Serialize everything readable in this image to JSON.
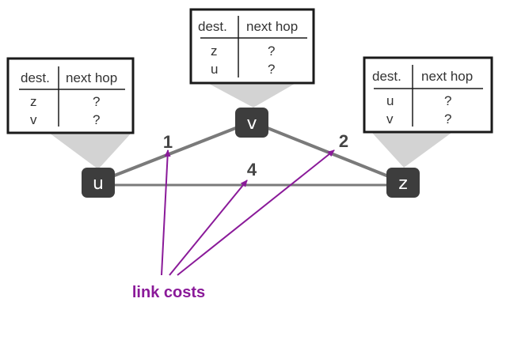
{
  "colors": {
    "node_fill": "#3d3d3d",
    "link": "#7a7a7a",
    "callout": "#d3d3d3",
    "annotation": "#8a1a99"
  },
  "nodes": {
    "u": "u",
    "v": "v",
    "z": "z"
  },
  "links": {
    "u_v": "1",
    "v_z": "2",
    "u_z": "4"
  },
  "tables": {
    "u": {
      "header_dest": "dest.",
      "header_next_hop": "next hop",
      "rows": [
        {
          "dest": "z",
          "next_hop": "?"
        },
        {
          "dest": "v",
          "next_hop": "?"
        }
      ]
    },
    "v": {
      "header_dest": "dest.",
      "header_next_hop": "next hop",
      "rows": [
        {
          "dest": "z",
          "next_hop": "?"
        },
        {
          "dest": "u",
          "next_hop": "?"
        }
      ]
    },
    "z": {
      "header_dest": "dest.",
      "header_next_hop": "next hop",
      "rows": [
        {
          "dest": "u",
          "next_hop": "?"
        },
        {
          "dest": "v",
          "next_hop": "?"
        }
      ]
    }
  },
  "annotation": {
    "label": "link costs"
  }
}
